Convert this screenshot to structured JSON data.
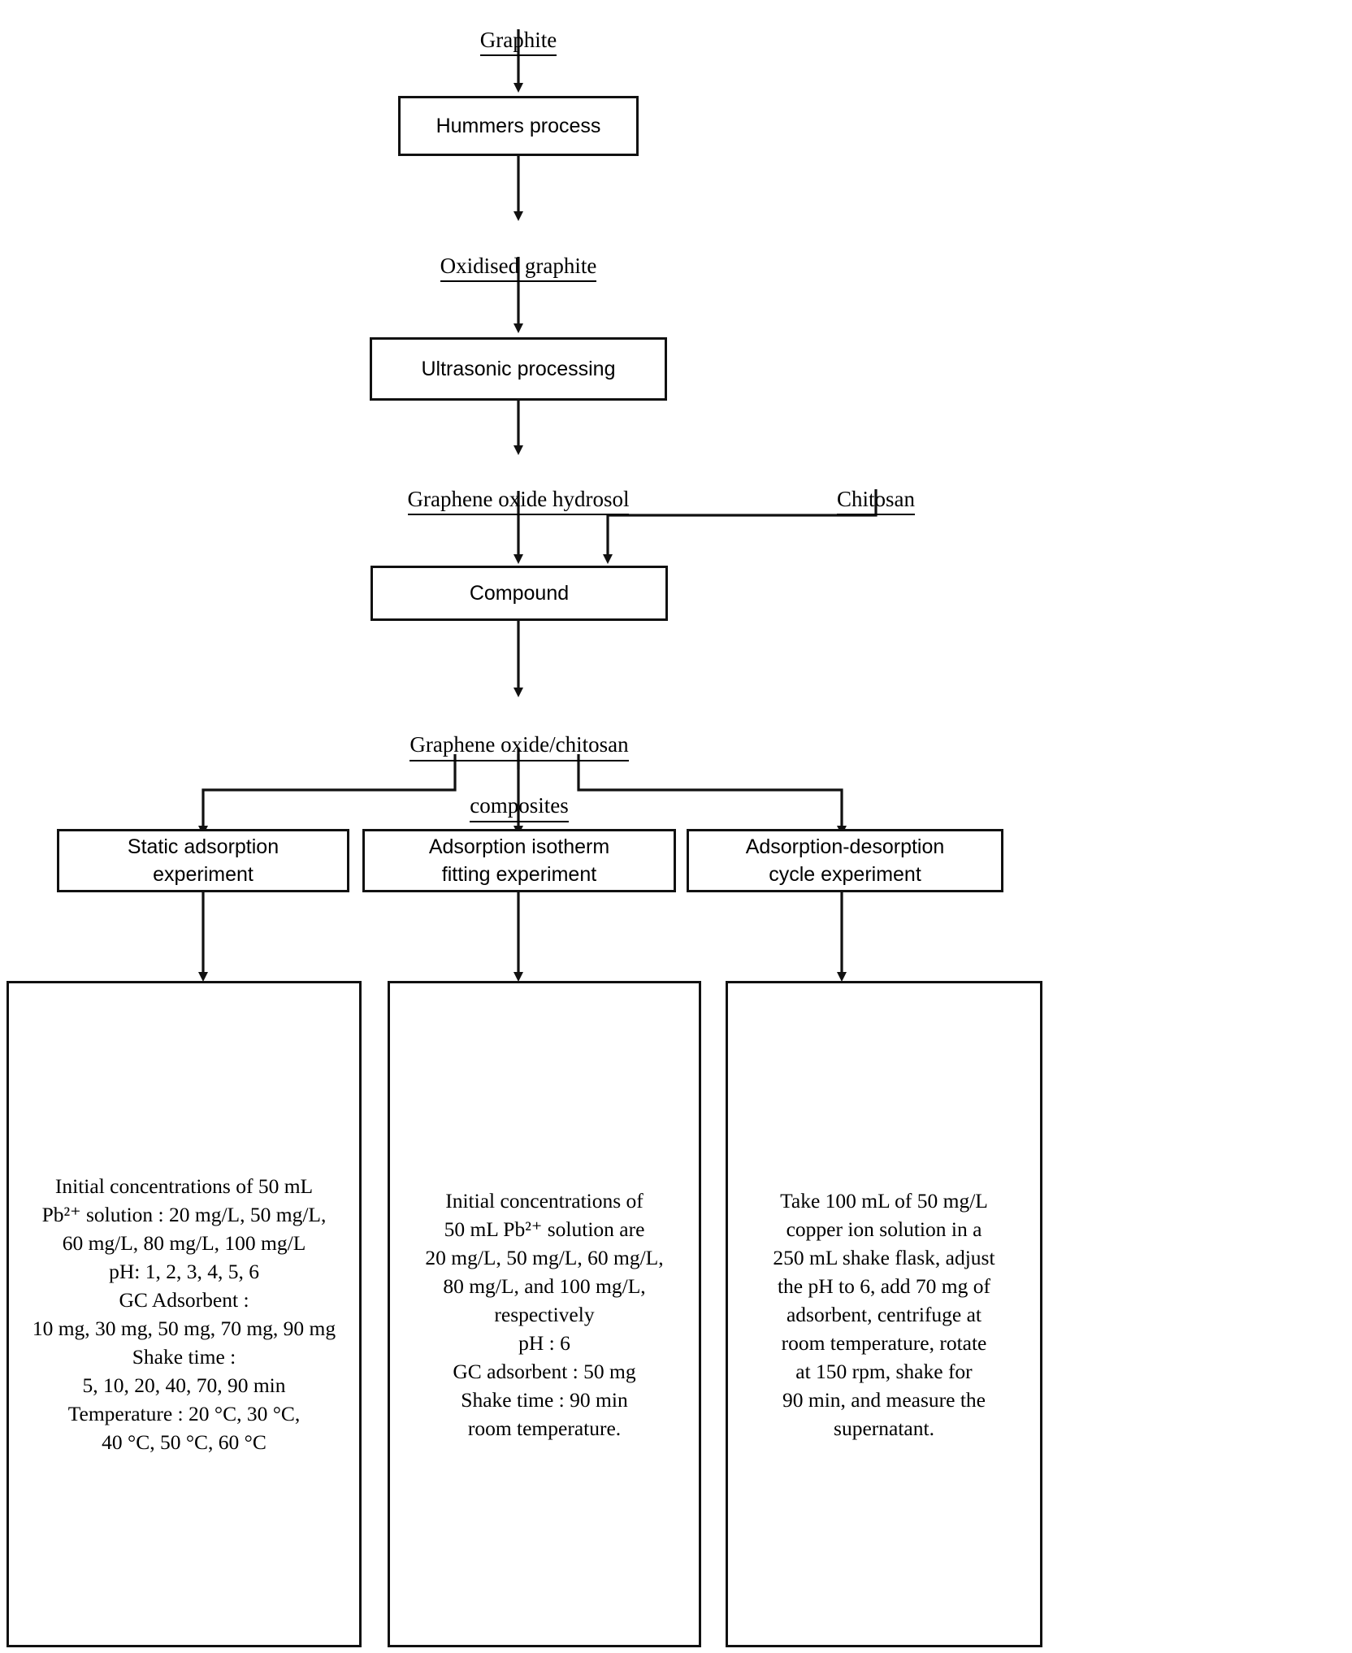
{
  "diagram": {
    "title": "Graphene oxide/chitosan composite preparation and adsorption experiment flowchart",
    "type": "process-flowchart",
    "line_color": "#111111",
    "background": "#ffffff"
  },
  "labels": {
    "graphite": "Graphite",
    "oxidised_graphite": "Oxidised graphite",
    "graphene_oxide_hydrosol": "Graphene oxide hydrosol",
    "chitosan": "Chitosan",
    "composites_line1": "Graphene oxide/chitosan",
    "composites_line2": "composites"
  },
  "process_boxes": {
    "hummers": "Hummers process",
    "ultrasonic": "Ultrasonic processing",
    "compound": "Compound"
  },
  "experiments": [
    {
      "id": "static-adsorption",
      "label": "Static adsorption\nexperiment"
    },
    {
      "id": "adsorption-isotherm",
      "label": "Adsorption isotherm\nfitting experiment"
    },
    {
      "id": "adsorption-desorption",
      "label": "Adsorption-desorption\ncycle experiment"
    }
  ],
  "details": [
    {
      "id": "static-adsorption-details",
      "lines": [
        "Initial concentrations of 50 mL",
        "Pb²⁺ solution : 20 mg/L, 50 mg/L,",
        "60 mg/L, 80 mg/L,  100 mg/L",
        "pH: 1, 2, 3, 4, 5, 6",
        "GC Adsorbent :",
        "10 mg, 30 mg, 50 mg, 70 mg, 90 mg",
        "Shake time :",
        "5, 10, 20, 40, 70, 90 min",
        "Temperature : 20 °C, 30 °C,",
        "40 °C, 50 °C, 60 °C"
      ]
    },
    {
      "id": "adsorption-isotherm-details",
      "lines": [
        "Initial concentrations of",
        "50 mL Pb²⁺ solution are",
        "20 mg/L, 50 mg/L, 60 mg/L,",
        "80 mg/L, and 100 mg/L,",
        "respectively",
        "pH : 6",
        "GC adsorbent : 50 mg",
        "Shake time : 90 min",
        "room temperature."
      ]
    },
    {
      "id": "adsorption-desorption-details",
      "lines": [
        "Take 100 mL of 50 mg/L",
        "copper ion solution in a",
        "250 mL shake flask, adjust",
        "the pH to 6, add 70 mg of",
        "adsorbent, centrifuge at",
        "room temperature, rotate",
        "at 150 rpm, shake for",
        "90 min, and measure the",
        "supernatant."
      ]
    }
  ]
}
